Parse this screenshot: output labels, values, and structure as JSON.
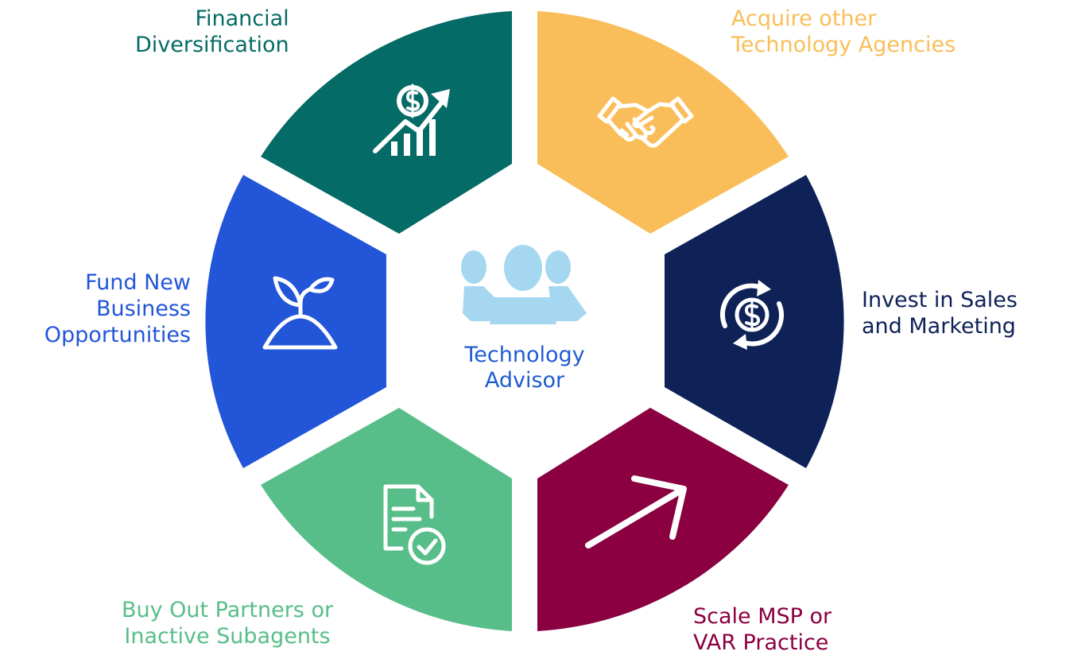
{
  "center": {
    "line1": "Technology",
    "line2": "Advisor",
    "icon": "people-group-icon"
  },
  "colors": {
    "financial": "#056B66",
    "acquire": "#F9BE59",
    "invest": "#0E2258",
    "scale": "#8A0040",
    "buyout": "#58BE89",
    "fund": "#2255D8",
    "center_text": "#1F5CD1",
    "people": "#A5D7F0"
  },
  "segments": {
    "financial": {
      "line1": "Financial",
      "line2": "Diversification",
      "icon": "money-growth-chart-icon"
    },
    "acquire": {
      "line1": "Acquire other",
      "line2": "Technology Agencies",
      "icon": "handshake-icon"
    },
    "invest": {
      "line1": "Invest in Sales",
      "line2": "and Marketing",
      "icon": "dollar-cycle-icon"
    },
    "scale": {
      "line1": "Scale MSP or",
      "line2": "VAR Practice",
      "icon": "arrow-up-right-icon"
    },
    "buyout": {
      "line1": "Buy Out Partners or",
      "line2": "Inactive Subagents",
      "icon": "document-check-icon"
    },
    "fund": {
      "line1": "Fund New",
      "line2": "Business",
      "line3": "Opportunities",
      "icon": "sprout-icon"
    }
  }
}
